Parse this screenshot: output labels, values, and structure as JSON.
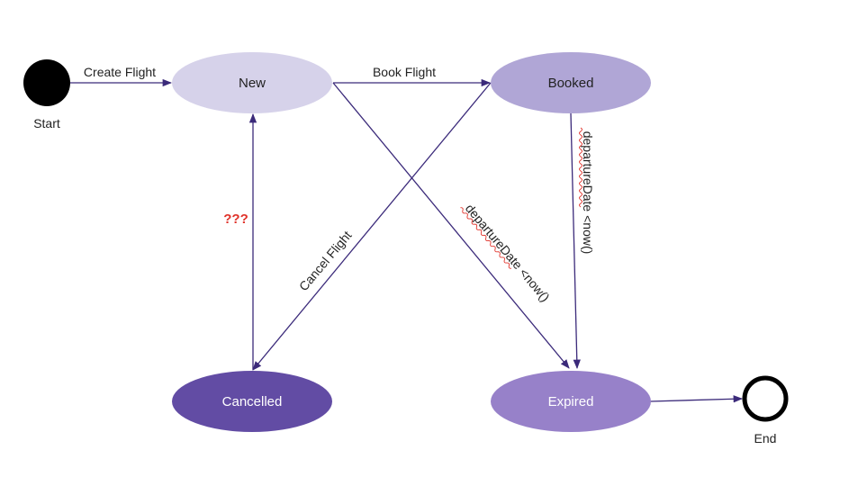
{
  "colors": {
    "edge": "#3b2a7a",
    "new_fill": "#d6d2ea",
    "booked_fill": "#b0a6d6",
    "cancelled_fill": "#624ca4",
    "expired_fill": "#9781c9",
    "question_marks": "#e0322a",
    "squiggle": "#e0322a"
  },
  "nodes": {
    "start": {
      "label": "Start"
    },
    "new": {
      "label": "New"
    },
    "booked": {
      "label": "Booked"
    },
    "cancelled": {
      "label": "Cancelled"
    },
    "expired": {
      "label": "Expired"
    },
    "end": {
      "label": "End"
    }
  },
  "edges": {
    "create_flight": "Create Flight",
    "book_flight": "Book Flight",
    "cancel_flight": "Cancel Flight",
    "cancelled_to_new": "???",
    "booked_to_expired": "departureDate <now()",
    "new_to_expired": "departureDate <now()"
  }
}
